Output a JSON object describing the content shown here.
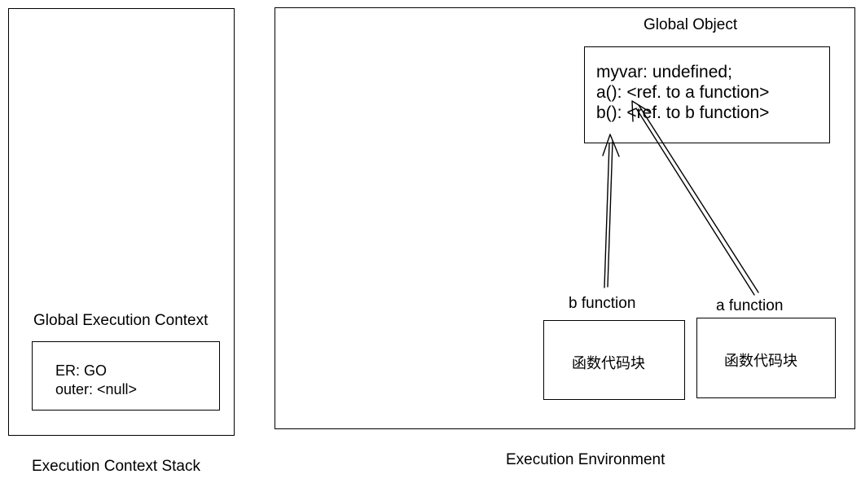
{
  "stack": {
    "caption": "Execution Context Stack",
    "global_context": {
      "title": "Global Execution Context",
      "lines": [
        "ER: GO",
        "outer: <null>"
      ]
    }
  },
  "environment": {
    "caption": "Execution Environment",
    "global_object": {
      "title": "Global Object",
      "lines": [
        "myvar: undefined;",
        "a():  <ref. to a function>",
        "b():  <ref. to b function>"
      ]
    },
    "b_function": {
      "title": "b function",
      "code": "函数代码块"
    },
    "a_function": {
      "title": "a function",
      "code": "函数代码块"
    }
  }
}
